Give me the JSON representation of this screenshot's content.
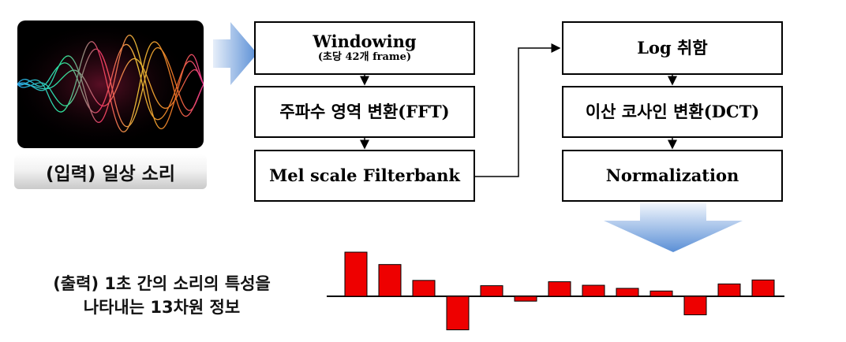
{
  "input": {
    "label": "(입력) 일상 소리"
  },
  "steps_left": [
    {
      "title": "Windowing",
      "subtitle": "(초당 42개 frame)"
    },
    {
      "title": "주파수 영역 변환(FFT)"
    },
    {
      "title": "Mel scale Filterbank"
    }
  ],
  "steps_right": [
    {
      "title": "Log 취함"
    },
    {
      "title": "이산 코사인 변환(DCT)"
    },
    {
      "title": "Normalization"
    }
  ],
  "output": {
    "line1": "(출력) 1초 간의 소리의 특성을",
    "line2": "나타내는 13차원 정보"
  },
  "colors": {
    "bar": "#ee0000",
    "bar_stroke": "#000000"
  },
  "chart_data": {
    "type": "bar",
    "values": [
      1.0,
      0.72,
      0.36,
      -0.76,
      0.24,
      -0.11,
      0.33,
      0.25,
      0.18,
      0.12,
      -0.42,
      0.28,
      0.37
    ]
  }
}
